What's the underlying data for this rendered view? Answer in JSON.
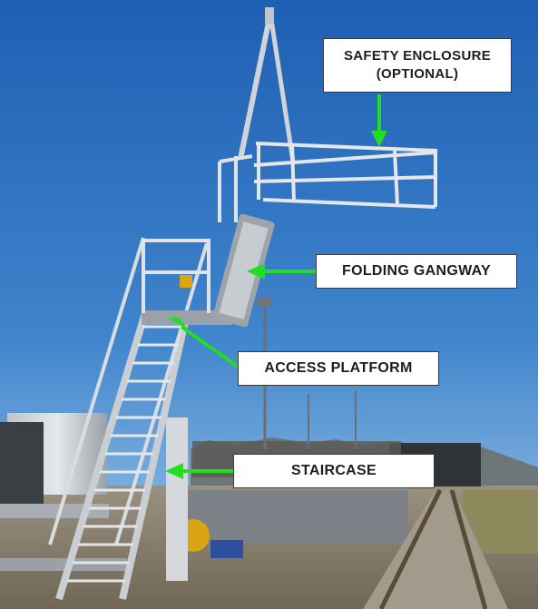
{
  "photo": {
    "sky_top": "#1f5fb3",
    "sky_bottom": "#9fc6e6",
    "ground": "#8a7f6b",
    "steel": "#c9ced3",
    "arrow_color": "#22dd22"
  },
  "callouts": {
    "safety_enclosure_line1": "SAFETY ENCLOSURE",
    "safety_enclosure_line2": "(OPTIONAL)",
    "folding_gangway": "FOLDING GANGWAY",
    "access_platform": "ACCESS PLATFORM",
    "staircase": "STAIRCASE"
  }
}
